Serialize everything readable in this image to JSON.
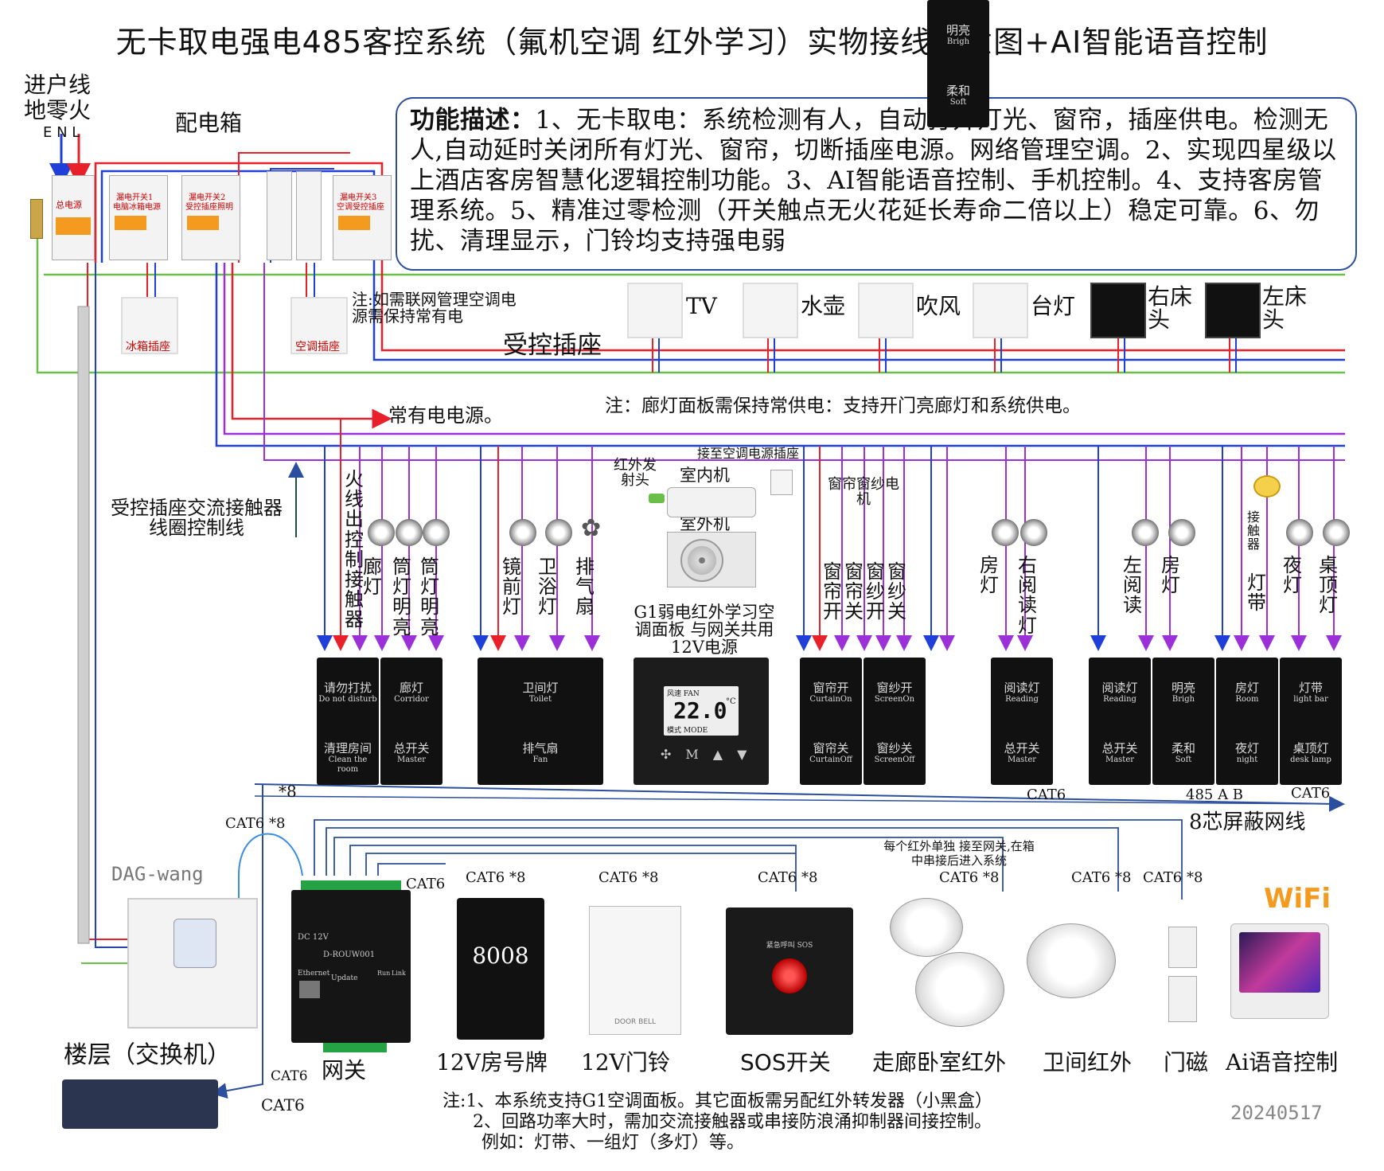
{
  "title": "无卡取电强电485客控系统（氟机空调 红外学习）实物接线示意图+AI智能语音控制",
  "inlet": {
    "line1": "进户线",
    "line2": "地零火",
    "line3": "E N L"
  },
  "distribution_box": "配电箱",
  "breakers": {
    "main": "总电源",
    "b1": "漏电开关1",
    "b1_sub": "电脑冰箱电源",
    "b2": "漏电开关2",
    "b2_sub": "受控插座照明",
    "b3": "漏电开关3",
    "b3_sub": "空调受控插座"
  },
  "function_desc": {
    "heading": "功能描述：",
    "text": "1、无卡取电：系统检测有人，自动打开灯光、窗帘，插座供电。检测无人,自动延时关闭所有灯光、窗帘，切断插座电源。网络管理空调。2、实现四星级以上酒店客房智慧化逻辑控制功能。3、AI智能语音控制、手机控制。4、支持客房管理系统。5、精准过零检测（开关触点无火花延长寿命二倍以上）稳定可靠。6、勿扰、清理显示，门铃均支持强电弱"
  },
  "sockets": {
    "fridge": "冰箱插座",
    "ac": "空调插座",
    "note_ac": "注:如需联网管理空调电源需保持常有电",
    "controlled": [
      "TV",
      "水壶",
      "吹风",
      "台灯"
    ],
    "right_bed": "右床头",
    "left_bed": "左床头",
    "controlled_label": "受控插座"
  },
  "notes": {
    "always_on": "常有电电源。",
    "corridor_note": "注：廊灯面板需保持常供电：支持开门亮廊灯和系统供电。",
    "contactor_coil": "受控插座交流接触器线圈控制线",
    "ir_emitter": "红外发射头",
    "ac_power_socket": "接至空调电源插座",
    "indoor_unit": "室内机",
    "outdoor_unit": "室外机",
    "curtain_motor": "窗帘窗纱电机",
    "contactor": "接触器",
    "ir_note": "每个红外单独 接至网关,在箱中串接后进入系统",
    "g1_panel": "G1弱电红外学习空调面板 与网关共用12V电源",
    "shield_cable": "8芯屏蔽网线",
    "bus": "485 A B",
    "footnote1": "注:1、本系统支持G1空调面板。其它面板需另配红外转发器（小黑盒）",
    "footnote2": "2、回路功率大时，需加交流接触器或串接防浪涌抑制器间接控制。",
    "footnote3": "例如：灯带、一组灯（多灯）等。",
    "date": "20240517"
  },
  "loads": {
    "fire_contactor": "火线出控制接触器",
    "corridor": "廊灯",
    "downlight1": "筒灯明亮",
    "downlight2": "筒灯明亮",
    "mirror": "镜前灯",
    "bath": "卫浴灯",
    "fan": "排气扇",
    "curtain_open": "窗帘开",
    "curtain_close": "窗帘关",
    "screen_open": "窗纱开",
    "screen_close": "窗纱关",
    "room": "房灯",
    "right_read": "右阅读灯",
    "left_read": "左阅读",
    "room2": "房灯",
    "strip": "灯带",
    "night": "夜灯",
    "desk": "桌顶灯"
  },
  "panels": [
    {
      "top": "请勿打扰",
      "top_en": "Do not disturb",
      "bottom": "清理房间",
      "bottom_en": "Clean the room"
    },
    {
      "top": "廊灯",
      "top_en": "Corridor",
      "bottom": "总开关",
      "bottom_en": "Master"
    },
    {
      "top": "卫间灯",
      "top_en": "Toilet",
      "bottom": "排气扇",
      "bottom_en": "Fan"
    },
    {
      "top": "窗帘开",
      "top_en": "CurtainOn",
      "bottom": "窗帘关",
      "bottom_en": "CurtainOff"
    },
    {
      "top": "窗纱开",
      "top_en": "ScreenOn",
      "bottom": "窗纱关",
      "bottom_en": "ScreenOff"
    },
    {
      "top": "明亮",
      "top_en": "Brigh",
      "bottom": "柔和",
      "bottom_en": "Soft"
    },
    {
      "top": "阅读灯",
      "top_en": "Reading",
      "bottom": "总开关",
      "bottom_en": "Master"
    },
    {
      "top": "阅读灯",
      "top_en": "Reading",
      "bottom": "总开关",
      "bottom_en": "Master"
    },
    {
      "top": "明亮",
      "top_en": "Brigh",
      "bottom": "柔和",
      "bottom_en": "Soft"
    },
    {
      "top": "房灯",
      "top_en": "Room",
      "bottom": "夜灯",
      "bottom_en": "night"
    },
    {
      "top": "灯带",
      "top_en": "light bar",
      "bottom": "桌顶灯",
      "bottom_en": "desk lamp"
    }
  ],
  "thermostat": {
    "temp": "22.0",
    "unit": "°C",
    "fan": "风速 FAN",
    "mode": "模式 MODE"
  },
  "bottom_devices": {
    "dag": "DAG-wang",
    "floor_switch": "楼层（交换机）",
    "gateway": "网关",
    "room_plate": "12V房号牌",
    "room_number": "8008",
    "doorbell": "12V门铃",
    "doorbell_text": "DOOR BELL",
    "sos": "SOS开关",
    "sos_text": "紧急呼叫 SOS",
    "corridor_ir": "走廊卧室红外",
    "bath_ir": "卫间红外",
    "door_magnet": "门磁",
    "ai_voice": "Ai语音控制",
    "wifi": "WiFi"
  },
  "cables": {
    "cat6": "CAT6",
    "cat6x8": "CAT6 *8",
    "x8": "*8"
  },
  "gateway_labels": {
    "model": "D-ROUW001",
    "dc": "DC 12V",
    "update": "Update",
    "ethernet": "Ethernet",
    "run": "Run",
    "link": "Link"
  },
  "colors": {
    "live": "#e8202a",
    "neutral": "#1f3fd8",
    "earth": "#6abf4b",
    "control": "#9b30d9",
    "bus": "#2c4e9e",
    "panel": "#111111"
  }
}
